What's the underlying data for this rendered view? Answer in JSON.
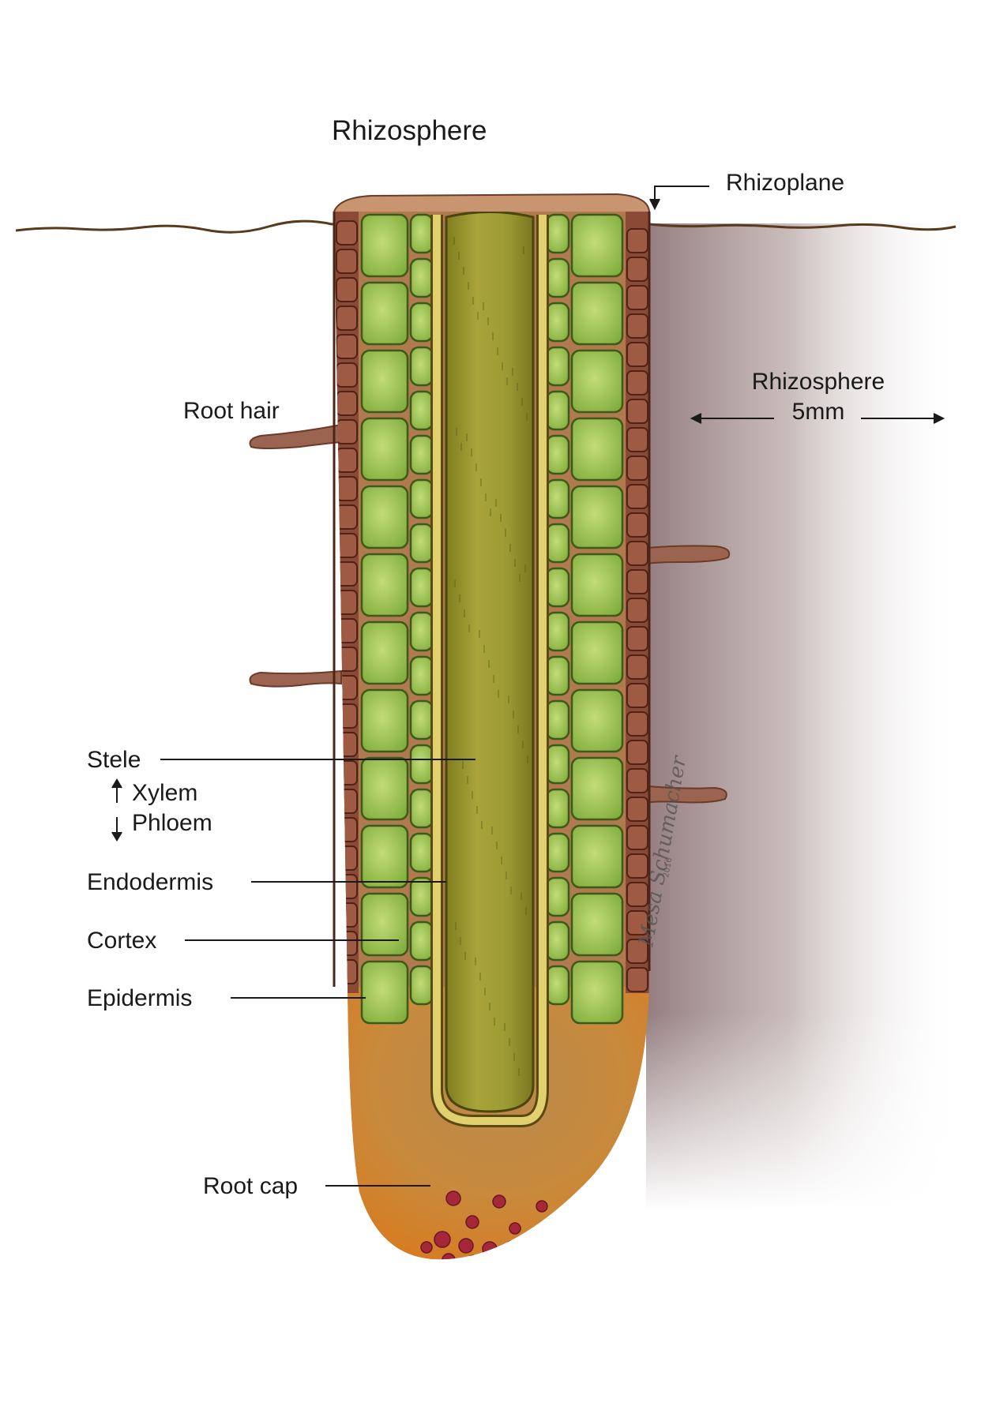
{
  "title": "Rhizosphere",
  "labels": {
    "rhizoplane": "Rhizoplane",
    "rhizosphere_zone": "Rhizosphere",
    "rhizosphere_width": "5mm",
    "root_hair": "Root hair",
    "stele": "Stele",
    "xylem": "Xylem",
    "phloem": "Phloem",
    "endodermis": "Endodermis",
    "cortex": "Cortex",
    "epidermis": "Epidermis",
    "root_cap": "Root cap"
  },
  "signature": "Mesa Schumacher 2016",
  "colors": {
    "soil_line": "#5a3a1c",
    "rhizosphere_shade": "#9a8585",
    "epidermis": "#8a4a36",
    "cortex_cell": "#9cc456",
    "cortex_bg": "#b07a4e",
    "endodermis": "#e0d070",
    "stele": "#9a9a2e",
    "root_cap": "#c9883a",
    "root_cap_tip": "#a4283a"
  }
}
